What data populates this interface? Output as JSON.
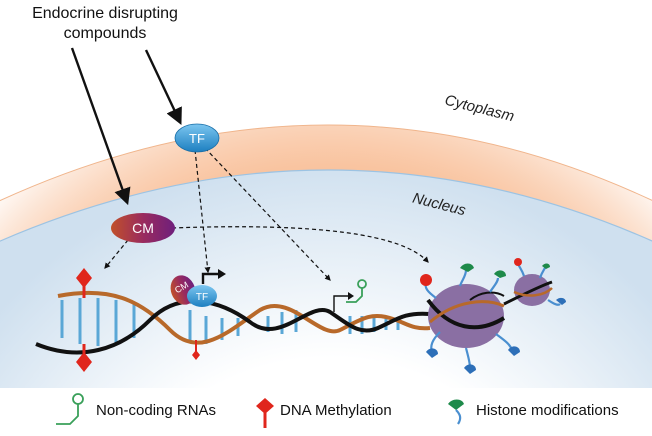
{
  "title": {
    "line1": "Endocrine disrupting",
    "line2": "compounds"
  },
  "regions": {
    "cytoplasm": "Cytoplasm",
    "nucleus": "Nucleus"
  },
  "nodes": {
    "tf": "TF",
    "cm": "CM",
    "cm_small": "CM",
    "tf_small": "TF"
  },
  "legend": {
    "ncrna": "Non-coding RNAs",
    "methylation": "DNA Methylation",
    "histone": "Histone modifications"
  },
  "colors": {
    "cytoplasm": "#f9c7a0",
    "nucleus": "#dde9f4",
    "tf": "#2e9ad6",
    "cm": "#8b2272",
    "dna_black": "#111111",
    "dna_orange": "#b8692a",
    "rung": "#5aa7d6",
    "methyl_red": "#e0261c",
    "histone_purple": "#8a6fa3",
    "histone_green": "#1e8a4a",
    "ncrna_green": "#3aa05a"
  }
}
